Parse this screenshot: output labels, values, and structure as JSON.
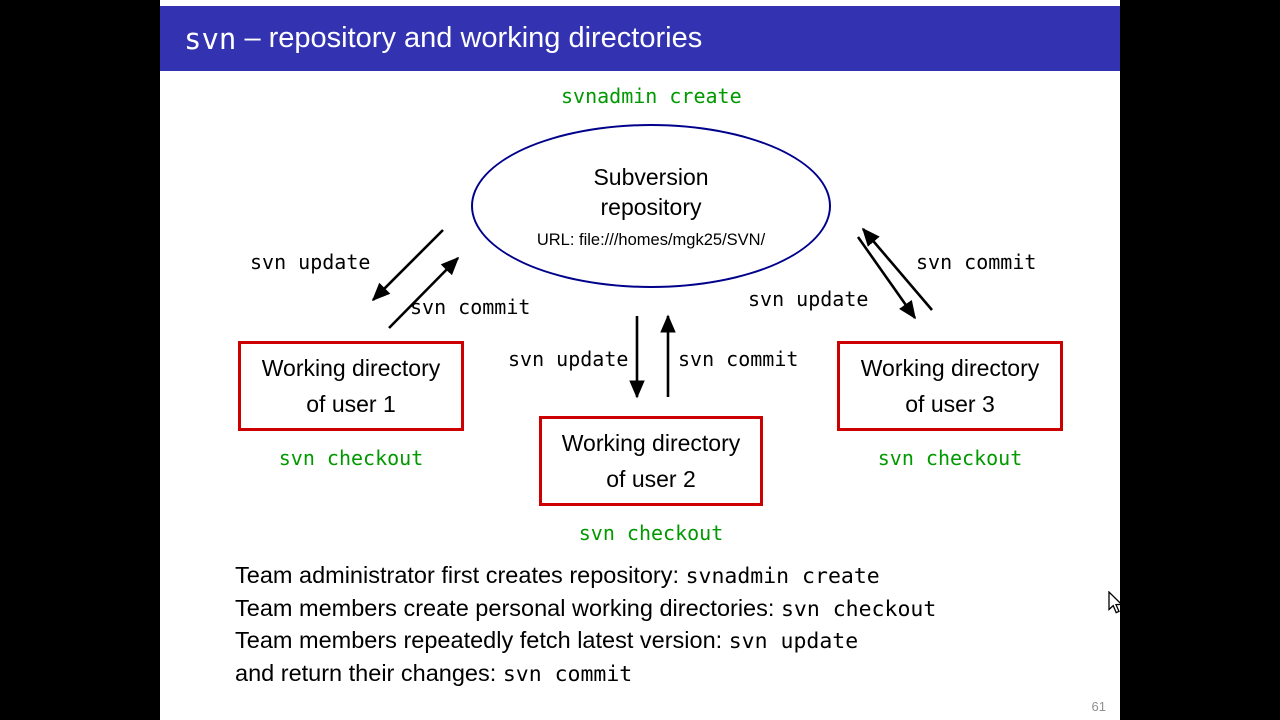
{
  "slide": {
    "title": {
      "mono": "svn",
      "rest": " – repository and working directories"
    },
    "page_number": "61"
  },
  "diagram": {
    "create_label": "svnadmin create",
    "repository": {
      "line1": "Subversion",
      "line2": "repository",
      "url": "URL: file:///homes/mgk25/SVN/"
    },
    "edges": {
      "left_update": "svn update",
      "left_commit": "svn commit",
      "mid_update": "svn update",
      "mid_commit": "svn commit",
      "right_update": "svn update",
      "right_commit": "svn commit"
    },
    "boxes": [
      {
        "line1": "Working directory",
        "line2": "of user 1",
        "checkout_label": "svn checkout"
      },
      {
        "line1": "Working directory",
        "line2": "of user 2",
        "checkout_label": "svn checkout"
      },
      {
        "line1": "Working directory",
        "line2": "of user 3",
        "checkout_label": "svn checkout"
      }
    ]
  },
  "notes": {
    "lines": [
      {
        "text": "Team administrator first creates repository: ",
        "code": "svnadmin create"
      },
      {
        "text": "Team members create personal working directories: ",
        "code": "svn checkout"
      },
      {
        "text": "Team members repeatedly fetch latest version: ",
        "code": "svn update"
      },
      {
        "text": "and return their changes: ",
        "code": "svn commit"
      }
    ]
  },
  "colors": {
    "titlebar_blue": "#3333b2",
    "ellipse_border": "#00008b",
    "box_border_red": "#cc0000",
    "command_green": "#009900",
    "page_number_gray": "#909090"
  }
}
